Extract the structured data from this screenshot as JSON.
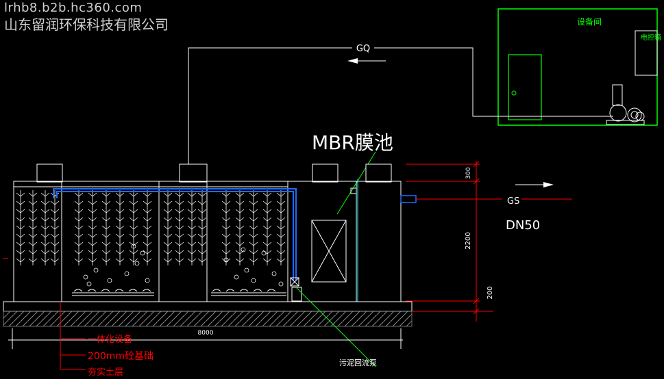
{
  "watermark": {
    "url": "lrhb8.b2b.hc360.com",
    "company": "山东留润环保科技有限公司"
  },
  "labels": {
    "equipment_room": "设备间",
    "electric_box": "电控箱",
    "gq": "GQ",
    "mbr_tank": "MBR膜池",
    "gs": "GS",
    "dn50": "DN50",
    "sludge_pump": "污泥回流泵"
  },
  "dimensions": {
    "top": "300",
    "middle": "2200",
    "bottom": "200",
    "length": "8000"
  },
  "legend": {
    "item1": "一体化设备",
    "item2": "200mm砼基础",
    "item3": "夯实土层"
  },
  "colors": {
    "background": "#000000",
    "line": "#ffffff",
    "green": "#00ff00",
    "red": "#ff0000",
    "blue": "#1e6bff",
    "cyan": "#00ffff"
  }
}
